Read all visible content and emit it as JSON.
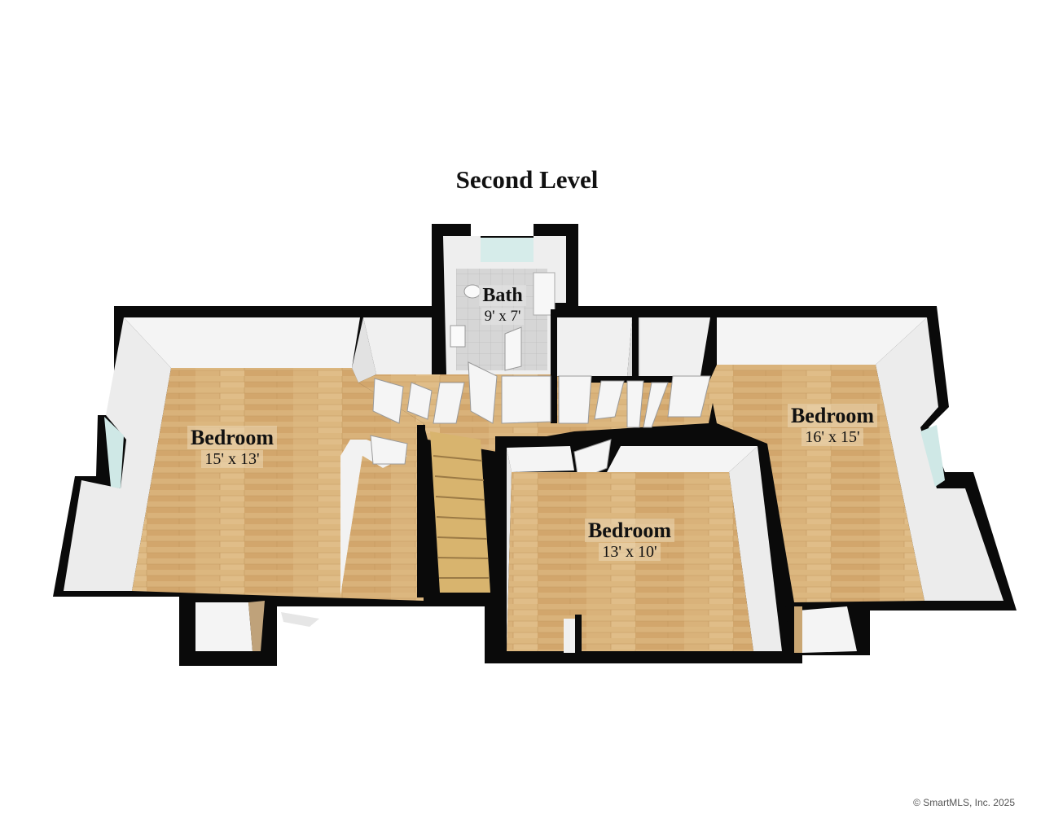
{
  "title": "Second Level",
  "rooms": {
    "bedroom_left": {
      "name": "Bedroom",
      "dims": "15' x 13'"
    },
    "bedroom_middle": {
      "name": "Bedroom",
      "dims": "13' x 10'"
    },
    "bedroom_right": {
      "name": "Bedroom",
      "dims": "16' x 15'"
    },
    "bath": {
      "name": "Bath",
      "dims": "9' x 7'"
    }
  },
  "copyright": "© SmartMLS, Inc.  2025",
  "colors": {
    "wall": "#0a0a0a",
    "floor_wood": "#d9b27a",
    "floor_tile": "#cfcfcf",
    "wall_face": "#f2f2f2",
    "window": "#cfe8e6"
  }
}
